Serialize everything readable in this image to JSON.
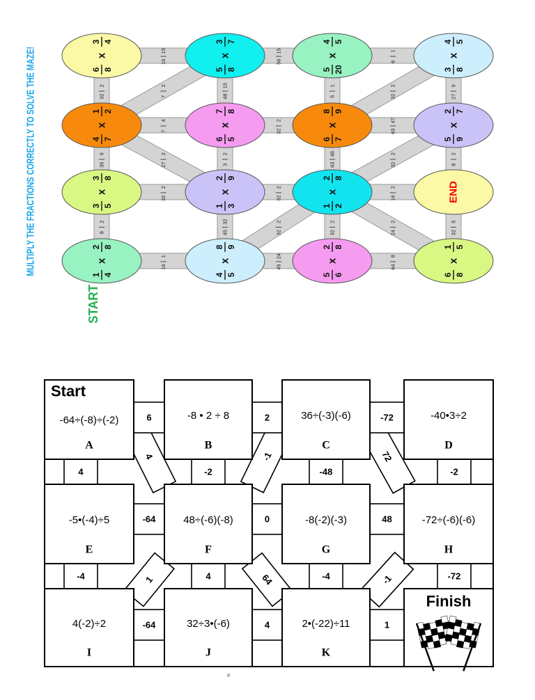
{
  "fraction_maze": {
    "instruction": "MULTIPLY THE FRACTIONS CORRECTLY TO SOLVE THE MAZE!",
    "start_label": "START",
    "end_label": "END",
    "colors": {
      "instruction": "#1aa7e8",
      "start": "#22b14c",
      "end": "#ff0000",
      "path": "#d4d4d4"
    },
    "nodes": [
      [
        {
          "f1": [
            "6",
            "8"
          ],
          "f2": [
            "3",
            "4"
          ],
          "color": "#fbf8a6"
        },
        {
          "f1": [
            "5",
            "8"
          ],
          "f2": [
            "3",
            "7"
          ],
          "color": "#11efef"
        },
        {
          "f1": [
            "5",
            "20"
          ],
          "f2": [
            "4",
            "5"
          ],
          "color": "#98f2c2"
        },
        {
          "f1": [
            "3",
            "8"
          ],
          "f2": [
            "4",
            "5"
          ],
          "color": "#cdeefc"
        }
      ],
      [
        {
          "f1": [
            "4",
            "7"
          ],
          "f2": [
            "1",
            "2"
          ],
          "color": "#f78a0c"
        },
        {
          "f1": [
            "6",
            "5"
          ],
          "f2": [
            "7",
            "8"
          ],
          "color": "#f59bf0"
        },
        {
          "f1": [
            "6",
            "7"
          ],
          "f2": [
            "8",
            "9"
          ],
          "color": "#f78a0c"
        },
        {
          "f1": [
            "5",
            "9"
          ],
          "f2": [
            "2",
            "7"
          ],
          "color": "#c9c3f8"
        }
      ],
      [
        {
          "f1": [
            "3",
            "5"
          ],
          "f2": [
            "3",
            "8"
          ],
          "color": "#d9f783"
        },
        {
          "f1": [
            "1",
            "3"
          ],
          "f2": [
            "2",
            "9"
          ],
          "color": "#c9c3f8"
        },
        {
          "f1": [
            "1",
            "2"
          ],
          "f2": [
            "2",
            "8"
          ],
          "color": "#11e4ef"
        },
        {
          "end": true,
          "color": "#fbf8a6"
        }
      ],
      [
        {
          "f1": [
            "1",
            "4"
          ],
          "f2": [
            "2",
            "8"
          ],
          "color": "#98f2c2"
        },
        {
          "f1": [
            "4",
            "5"
          ],
          "f2": [
            "8",
            "9"
          ],
          "color": "#cdeefc"
        },
        {
          "f1": [
            "5",
            "6"
          ],
          "f2": [
            "2",
            "8"
          ],
          "color": "#f59bf0"
        },
        {
          "f1": [
            "6",
            "8"
          ],
          "f2": [
            "1",
            "5"
          ],
          "color": "#d9f783"
        }
      ]
    ],
    "h_edges": [
      [
        [
          "15",
          "16"
        ],
        [
          "15",
          "56"
        ],
        [
          "1",
          "6"
        ]
      ],
      [
        [
          "4",
          "7"
        ],
        [
          "2",
          "32"
        ],
        [
          "47",
          "63"
        ]
      ],
      [
        [
          "2",
          "32"
        ],
        [
          "2",
          "32"
        ],
        [
          "2",
          "16"
        ]
      ],
      [
        [
          "1",
          "16"
        ],
        [
          "24",
          "45"
        ],
        [
          "8",
          "64"
        ]
      ]
    ],
    "v_edges": [
      [
        [
          "2",
          "32"
        ],
        [
          "15",
          "48"
        ],
        [
          "1",
          "5"
        ],
        [
          "9",
          "27"
        ]
      ],
      [
        [
          "9",
          "35"
        ],
        [
          "2",
          "3"
        ],
        [
          "48",
          "63"
        ],
        [
          "2",
          "8"
        ]
      ],
      [
        [
          "2",
          "8"
        ],
        [
          "32",
          "45"
        ],
        [
          "2",
          "32"
        ],
        [
          "5",
          "32"
        ]
      ]
    ],
    "d_edges": [
      {
        "from": [
          1,
          0
        ],
        "to": [
          0,
          1
        ],
        "frac": [
          "2",
          "7"
        ]
      },
      {
        "from": [
          1,
          0
        ],
        "to": [
          2,
          1
        ],
        "frac": [
          "2",
          "27"
        ]
      },
      {
        "from": [
          1,
          2
        ],
        "to": [
          0,
          3
        ],
        "frac": [
          "2",
          "32"
        ]
      },
      {
        "from": [
          2,
          2
        ],
        "to": [
          1,
          3
        ],
        "frac": [
          "2",
          "32"
        ]
      },
      {
        "from": [
          3,
          1
        ],
        "to": [
          2,
          2
        ],
        "frac": [
          "2",
          "32"
        ]
      },
      {
        "from": [
          2,
          2
        ],
        "to": [
          3,
          3
        ],
        "frac": [
          "2",
          "24"
        ]
      }
    ]
  },
  "integer_maze": {
    "start_label": "Start",
    "finish_label": "Finish",
    "boxes": [
      [
        {
          "expr": "-64÷(-8)÷(-2)",
          "letter": "A"
        },
        {
          "expr": "-8 • 2 ÷ 8",
          "letter": "B"
        },
        {
          "expr": "36÷(-3)(-6)",
          "letter": "C"
        },
        {
          "expr": "-40•3÷2",
          "letter": "D"
        }
      ],
      [
        {
          "expr": "-5•(-4)÷5",
          "letter": "E"
        },
        {
          "expr": "48÷(-6)(-8)",
          "letter": "F"
        },
        {
          "expr": "-8(-2)(-3)",
          "letter": "G"
        },
        {
          "expr": "-72÷(-6)(-6)",
          "letter": "H"
        }
      ],
      [
        {
          "expr": "4(-2)÷2",
          "letter": "I"
        },
        {
          "expr": "32÷3•(-6)",
          "letter": "J"
        },
        {
          "expr": "2•(-22)÷11",
          "letter": "K"
        },
        {
          "finish": true
        }
      ]
    ],
    "h_edges": [
      [
        "6",
        "2",
        "-72"
      ],
      [
        "-64",
        "0",
        "48"
      ],
      [
        "-64",
        "4",
        "1"
      ]
    ],
    "v_edges": [
      [
        "4",
        "-2",
        "-48",
        "-2"
      ],
      [
        "-4",
        "4",
        "-4",
        "-72"
      ]
    ],
    "d_edges": [
      {
        "from": [
          0,
          0
        ],
        "to": [
          1,
          1
        ],
        "label": "4"
      },
      {
        "from": [
          1,
          1
        ],
        "to": [
          0,
          2
        ],
        "label": "-1"
      },
      {
        "from": [
          0,
          2
        ],
        "to": [
          1,
          3
        ],
        "label": "72"
      },
      {
        "from": [
          1,
          1
        ],
        "to": [
          2,
          0
        ],
        "label": "1"
      },
      {
        "from": [
          1,
          1
        ],
        "to": [
          2,
          2
        ],
        "label": "64"
      },
      {
        "from": [
          2,
          2
        ],
        "to": [
          1,
          3
        ],
        "label": "-1"
      },
      {
        "from": [
          1,
          1
        ],
        "to": [
          2,
          2
        ],
        "label": "",
        "cross": true
      }
    ]
  }
}
